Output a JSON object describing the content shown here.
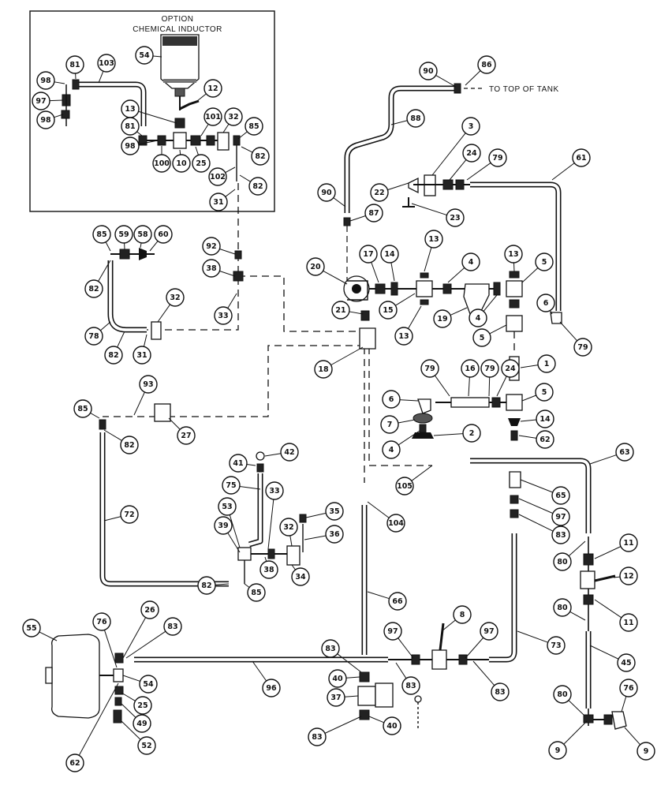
{
  "option_box": {
    "title_line1": "OPTION",
    "title_line2": "CHEMICAL INDUCTOR"
  },
  "notes": {
    "to_top_of_tank": "TO TOP OF TANK"
  },
  "callouts": [
    {
      "id": "c103",
      "label": "103"
    },
    {
      "id": "c81a",
      "label": "81"
    },
    {
      "id": "c98a",
      "label": "98"
    },
    {
      "id": "c97a",
      "label": "97"
    },
    {
      "id": "c98b",
      "label": "98"
    },
    {
      "id": "c54a",
      "label": "54"
    },
    {
      "id": "c12a",
      "label": "12"
    },
    {
      "id": "c13a",
      "label": "13"
    },
    {
      "id": "c81b",
      "label": "81"
    },
    {
      "id": "c98c",
      "label": "98"
    },
    {
      "id": "c101",
      "label": "101"
    },
    {
      "id": "c32a",
      "label": "32"
    },
    {
      "id": "c85a",
      "label": "85"
    },
    {
      "id": "c82a",
      "label": "82"
    },
    {
      "id": "c100",
      "label": "100"
    },
    {
      "id": "c10",
      "label": "10"
    },
    {
      "id": "c25a",
      "label": "25"
    },
    {
      "id": "c102",
      "label": "102"
    },
    {
      "id": "c82b",
      "label": "82"
    },
    {
      "id": "c31a",
      "label": "31"
    },
    {
      "id": "c90a",
      "label": "90"
    },
    {
      "id": "c86",
      "label": "86"
    },
    {
      "id": "c88",
      "label": "88"
    },
    {
      "id": "c3",
      "label": "3"
    },
    {
      "id": "c24a",
      "label": "24"
    },
    {
      "id": "c79a",
      "label": "79"
    },
    {
      "id": "c61",
      "label": "61"
    },
    {
      "id": "c22",
      "label": "22"
    },
    {
      "id": "c23",
      "label": "23"
    },
    {
      "id": "c90b",
      "label": "90"
    },
    {
      "id": "c87",
      "label": "87"
    },
    {
      "id": "c85b",
      "label": "85"
    },
    {
      "id": "c59",
      "label": "59"
    },
    {
      "id": "c58",
      "label": "58"
    },
    {
      "id": "c60",
      "label": "60"
    },
    {
      "id": "c92",
      "label": "92"
    },
    {
      "id": "c38a",
      "label": "38"
    },
    {
      "id": "c82c",
      "label": "82"
    },
    {
      "id": "c33a",
      "label": "33"
    },
    {
      "id": "c32b",
      "label": "32"
    },
    {
      "id": "c78",
      "label": "78"
    },
    {
      "id": "c82d",
      "label": "82"
    },
    {
      "id": "c31b",
      "label": "31"
    },
    {
      "id": "c20",
      "label": "20"
    },
    {
      "id": "c17",
      "label": "17"
    },
    {
      "id": "c14a",
      "label": "14"
    },
    {
      "id": "c13b",
      "label": "13"
    },
    {
      "id": "c4a",
      "label": "4"
    },
    {
      "id": "c13c",
      "label": "13"
    },
    {
      "id": "c5a",
      "label": "5"
    },
    {
      "id": "c21",
      "label": "21"
    },
    {
      "id": "c15",
      "label": "15"
    },
    {
      "id": "c19",
      "label": "19"
    },
    {
      "id": "c4b",
      "label": "4"
    },
    {
      "id": "c6a",
      "label": "6"
    },
    {
      "id": "c13d",
      "label": "13"
    },
    {
      "id": "c5b",
      "label": "5"
    },
    {
      "id": "c79b",
      "label": "79"
    },
    {
      "id": "c18",
      "label": "18"
    },
    {
      "id": "c1",
      "label": "1"
    },
    {
      "id": "c79c",
      "label": "79"
    },
    {
      "id": "c16",
      "label": "16"
    },
    {
      "id": "c79d",
      "label": "79"
    },
    {
      "id": "c24b",
      "label": "24"
    },
    {
      "id": "c5c",
      "label": "5"
    },
    {
      "id": "c93",
      "label": "93"
    },
    {
      "id": "c85c",
      "label": "85"
    },
    {
      "id": "c6b",
      "label": "6"
    },
    {
      "id": "c14b",
      "label": "14"
    },
    {
      "id": "c27",
      "label": "27"
    },
    {
      "id": "c7",
      "label": "7"
    },
    {
      "id": "c82e",
      "label": "82"
    },
    {
      "id": "c2",
      "label": "2"
    },
    {
      "id": "c4c",
      "label": "4"
    },
    {
      "id": "c62a",
      "label": "62"
    },
    {
      "id": "c42",
      "label": "42"
    },
    {
      "id": "c63",
      "label": "63"
    },
    {
      "id": "c41",
      "label": "41"
    },
    {
      "id": "c105",
      "label": "105"
    },
    {
      "id": "c75",
      "label": "75"
    },
    {
      "id": "c33b",
      "label": "33"
    },
    {
      "id": "c65",
      "label": "65"
    },
    {
      "id": "c72",
      "label": "72"
    },
    {
      "id": "c53",
      "label": "53"
    },
    {
      "id": "c35",
      "label": "35"
    },
    {
      "id": "c97b",
      "label": "97"
    },
    {
      "id": "c104",
      "label": "104"
    },
    {
      "id": "c39",
      "label": "39"
    },
    {
      "id": "c32c",
      "label": "32"
    },
    {
      "id": "c36",
      "label": "36"
    },
    {
      "id": "c83a",
      "label": "83"
    },
    {
      "id": "c38b",
      "label": "38"
    },
    {
      "id": "c34",
      "label": "34"
    },
    {
      "id": "c11a",
      "label": "11"
    },
    {
      "id": "c80a",
      "label": "80"
    },
    {
      "id": "c82f",
      "label": "82"
    },
    {
      "id": "c85d",
      "label": "85"
    },
    {
      "id": "c12b",
      "label": "12"
    },
    {
      "id": "c66",
      "label": "66"
    },
    {
      "id": "c80b",
      "label": "80"
    },
    {
      "id": "c11b",
      "label": "11"
    },
    {
      "id": "c55",
      "label": "55"
    },
    {
      "id": "c76a",
      "label": "76"
    },
    {
      "id": "c26",
      "label": "26"
    },
    {
      "id": "c83b",
      "label": "83"
    },
    {
      "id": "c8",
      "label": "8"
    },
    {
      "id": "c97c",
      "label": "97"
    },
    {
      "id": "c97d",
      "label": "97"
    },
    {
      "id": "c73",
      "label": "73"
    },
    {
      "id": "c83c",
      "label": "83"
    },
    {
      "id": "c45",
      "label": "45"
    },
    {
      "id": "c96",
      "label": "96"
    },
    {
      "id": "c54b",
      "label": "54"
    },
    {
      "id": "c40a",
      "label": "40"
    },
    {
      "id": "c83d",
      "label": "83"
    },
    {
      "id": "c83e",
      "label": "83"
    },
    {
      "id": "c25b",
      "label": "25"
    },
    {
      "id": "c37",
      "label": "37"
    },
    {
      "id": "c80c",
      "label": "80"
    },
    {
      "id": "c76b",
      "label": "76"
    },
    {
      "id": "c49",
      "label": "49"
    },
    {
      "id": "c52",
      "label": "52"
    },
    {
      "id": "c83f",
      "label": "83"
    },
    {
      "id": "c40b",
      "label": "40"
    },
    {
      "id": "c9a",
      "label": "9"
    },
    {
      "id": "c9b",
      "label": "9"
    },
    {
      "id": "c62b",
      "label": "62"
    }
  ]
}
